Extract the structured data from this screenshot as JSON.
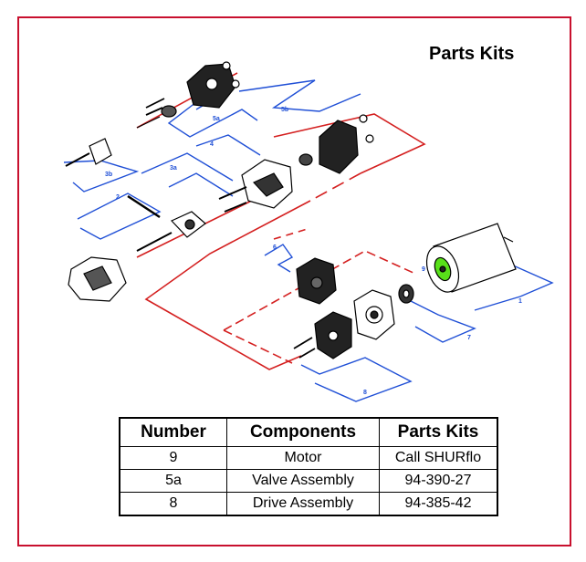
{
  "title": "Parts Kits",
  "diagram": {
    "callouts": [
      "5b",
      "5a",
      "4",
      "3a",
      "3b",
      "2",
      "6",
      "9",
      "8",
      "7",
      "1"
    ]
  },
  "table": {
    "headers": [
      "Number",
      "Components",
      "Parts Kits"
    ],
    "rows": [
      [
        "9",
        "Motor",
        "Call SHURflo"
      ],
      [
        "5a",
        "Valve Assembly",
        "94-390-27"
      ],
      [
        "8",
        "Drive Assembly",
        "94-385-42"
      ]
    ]
  },
  "colors": {
    "border": "#c8102e",
    "leader": "#1f4fd6",
    "motor_shaft": "#58e01a"
  }
}
